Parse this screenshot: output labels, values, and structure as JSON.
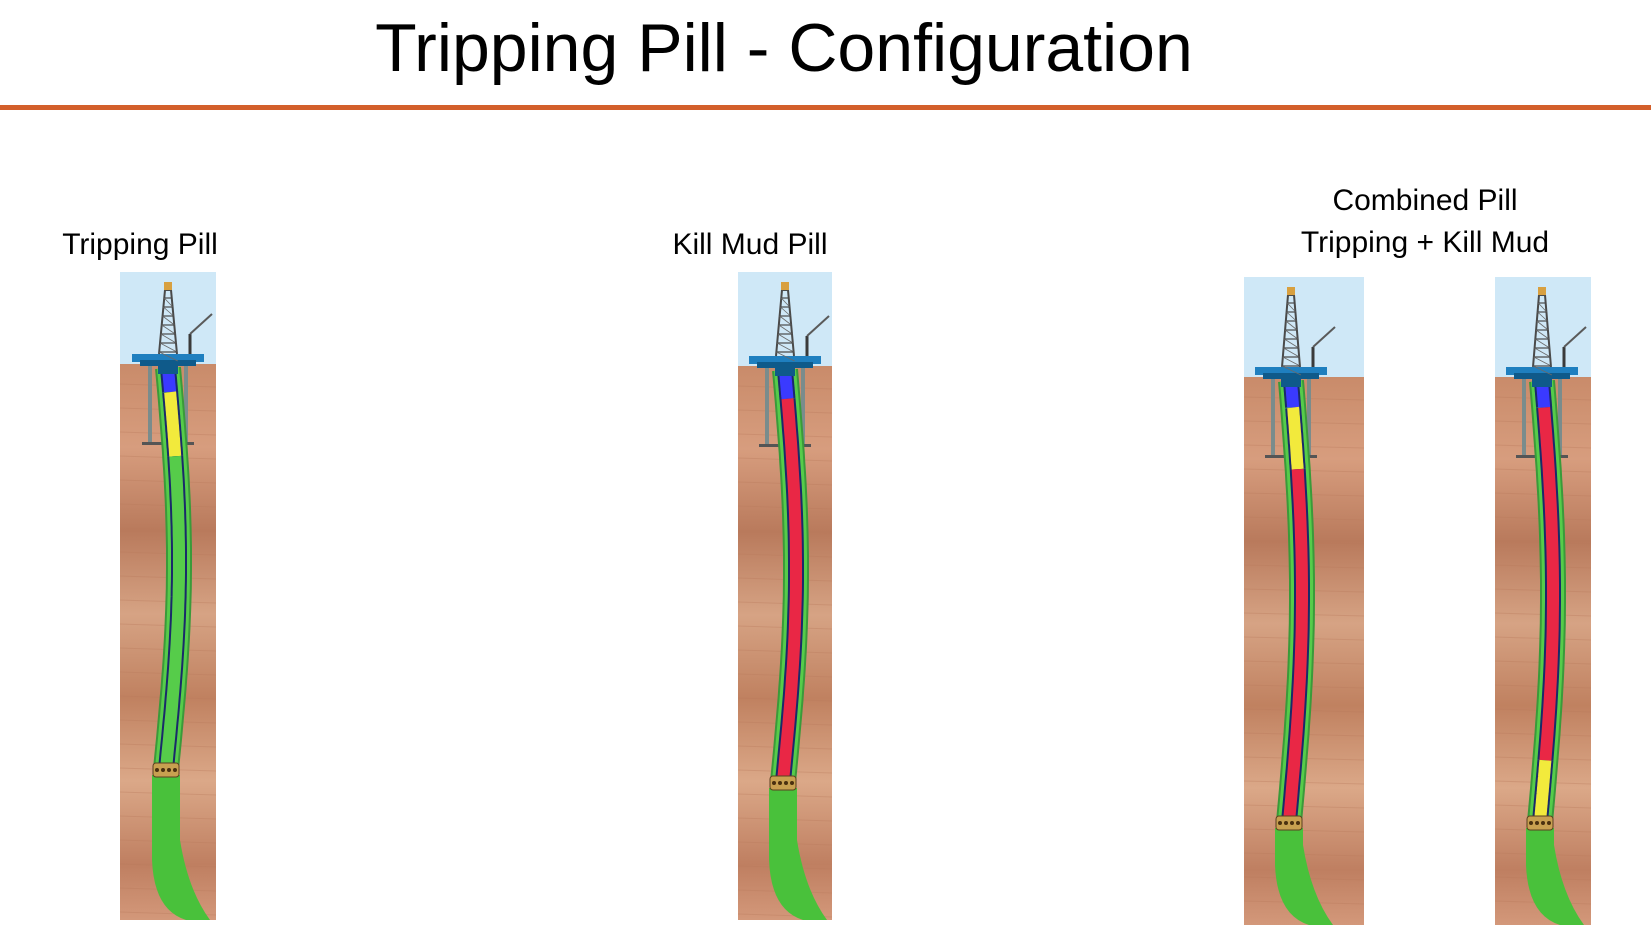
{
  "title": "Tripping Pill - Configuration",
  "accent_color": "#d35f2b",
  "labels": {
    "tripping": "Tripping Pill",
    "kill_mud": "Kill Mud Pill",
    "combined_line1": "Combined Pill",
    "combined_line2": "Tripping + Kill Mud"
  },
  "colors": {
    "sky": "#cfe8f7",
    "earth": "#c7896a",
    "open_hole": "#49c13b",
    "annulus_mud": "#56cc4a",
    "tripping_pill": "#f2ea3c",
    "kill_mud_pill": "#e92745",
    "drilling_fluid_blue": "#3a3aff",
    "casing": "#7a8c8c",
    "platform": "#1f7fbf"
  },
  "wells": [
    {
      "id": "tripping-pill-well",
      "icons": [
        "drilling-rig-icon",
        "crane-icon",
        "drill-bit-icon"
      ]
    },
    {
      "id": "kill-mud-pill-well",
      "icons": [
        "drilling-rig-icon",
        "crane-icon",
        "drill-bit-icon"
      ]
    },
    {
      "id": "combined-pill-well-a",
      "icons": [
        "drilling-rig-icon",
        "crane-icon",
        "drill-bit-icon"
      ]
    },
    {
      "id": "combined-pill-well-b",
      "icons": [
        "drilling-rig-icon",
        "crane-icon",
        "drill-bit-icon"
      ]
    }
  ]
}
